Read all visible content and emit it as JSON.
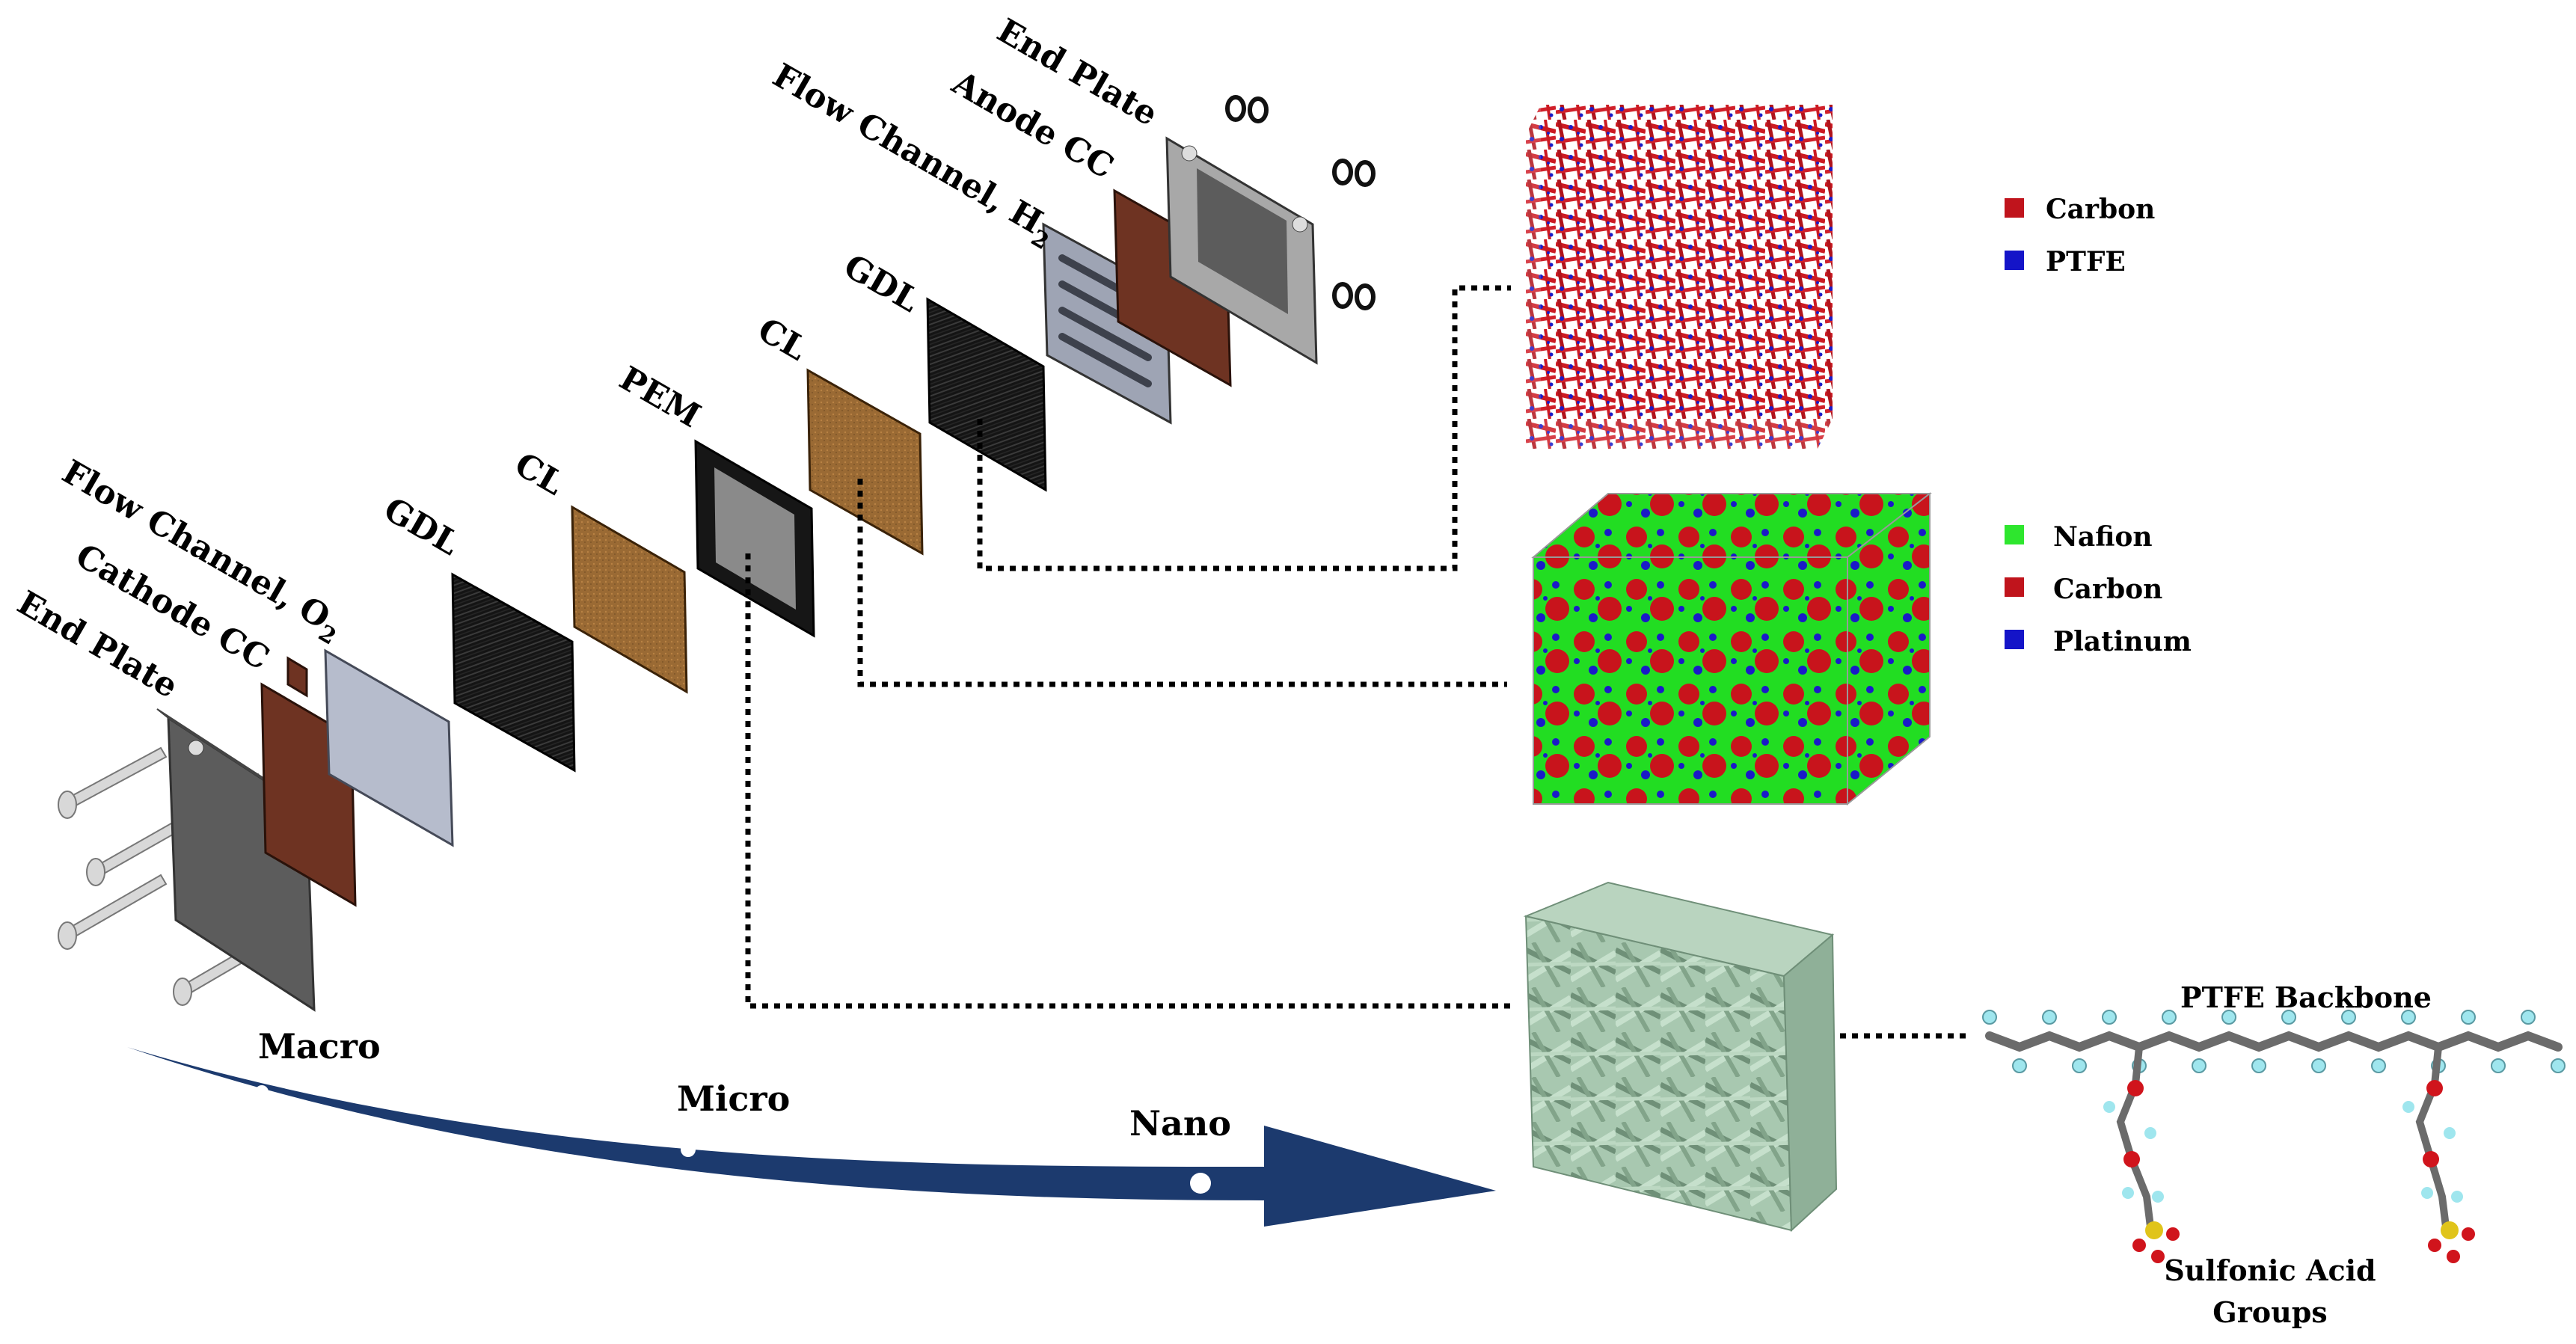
{
  "stack_labels": {
    "end_plate_top": "End Plate",
    "anode_cc": "Anode CC",
    "flow_channel_h2": "Flow Channel, H",
    "h2_sub": "2",
    "gdl_anode": "GDL",
    "cl_anode": "CL",
    "pem": "PEM",
    "cl_cathode": "CL",
    "gdl_cathode": "GDL",
    "flow_channel_o2": "Flow Channel, O",
    "o2_sub": "2",
    "cathode_cc": "Cathode CC",
    "end_plate_bottom": "End Plate"
  },
  "legends": {
    "gdl": [
      {
        "label": "Carbon",
        "color": "#c0141c"
      },
      {
        "label": "PTFE",
        "color": "#1414c8"
      }
    ],
    "cl": [
      {
        "label": "Nafion",
        "color": "#2ee62e"
      },
      {
        "label": "Carbon",
        "color": "#c0141c"
      },
      {
        "label": "Platinum",
        "color": "#1414c8"
      }
    ]
  },
  "scale_arrow": {
    "macro": "Macro",
    "micro": "Micro",
    "nano": "Nano",
    "color": "#1c3a6e"
  },
  "molecule": {
    "backbone": "PTFE Backbone",
    "acid_line1": "Sulfonic Acid",
    "acid_line2": "Groups"
  }
}
